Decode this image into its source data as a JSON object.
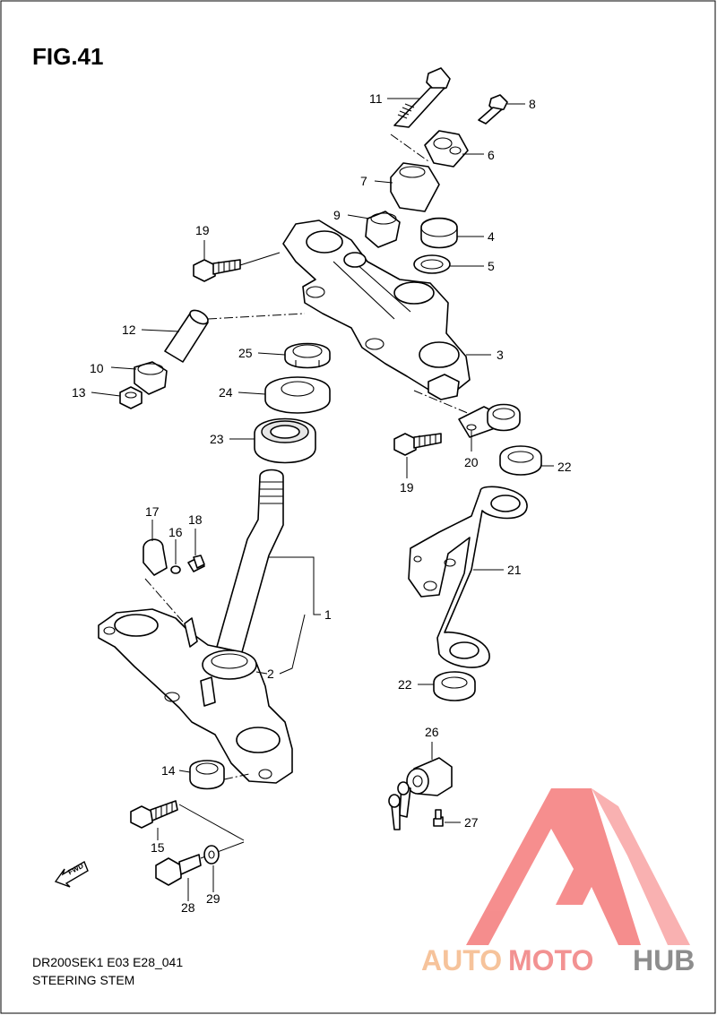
{
  "figure": {
    "title": "FIG.41",
    "model_code": "DR200SEK1 E03 E28_041",
    "section_name": "STEERING STEM"
  },
  "direction_arrow": {
    "label": "FWD"
  },
  "watermark": {
    "brand": "AUTOMOTOHUB",
    "colors": {
      "auto": "#f5b98a",
      "moto": "#f08080",
      "hub": "#7a7a7a",
      "triangle": "#f47a7a"
    }
  },
  "callouts": [
    {
      "id": "11",
      "text": "11"
    },
    {
      "id": "8",
      "text": "8"
    },
    {
      "id": "6",
      "text": "6"
    },
    {
      "id": "7",
      "text": "7"
    },
    {
      "id": "9",
      "text": "9"
    },
    {
      "id": "19a",
      "text": "19"
    },
    {
      "id": "4",
      "text": "4"
    },
    {
      "id": "5",
      "text": "5"
    },
    {
      "id": "12",
      "text": "12"
    },
    {
      "id": "3",
      "text": "3"
    },
    {
      "id": "25",
      "text": "25"
    },
    {
      "id": "10",
      "text": "10"
    },
    {
      "id": "13",
      "text": "13"
    },
    {
      "id": "24",
      "text": "24"
    },
    {
      "id": "23",
      "text": "23"
    },
    {
      "id": "20",
      "text": "20"
    },
    {
      "id": "22a",
      "text": "22"
    },
    {
      "id": "19b",
      "text": "19"
    },
    {
      "id": "17",
      "text": "17"
    },
    {
      "id": "18",
      "text": "18"
    },
    {
      "id": "16",
      "text": "16"
    },
    {
      "id": "21",
      "text": "21"
    },
    {
      "id": "1",
      "text": "1"
    },
    {
      "id": "2",
      "text": "2"
    },
    {
      "id": "22b",
      "text": "22"
    },
    {
      "id": "26",
      "text": "26"
    },
    {
      "id": "14",
      "text": "14"
    },
    {
      "id": "27",
      "text": "27"
    },
    {
      "id": "15",
      "text": "15"
    },
    {
      "id": "28",
      "text": "28"
    },
    {
      "id": "29",
      "text": "29"
    }
  ]
}
